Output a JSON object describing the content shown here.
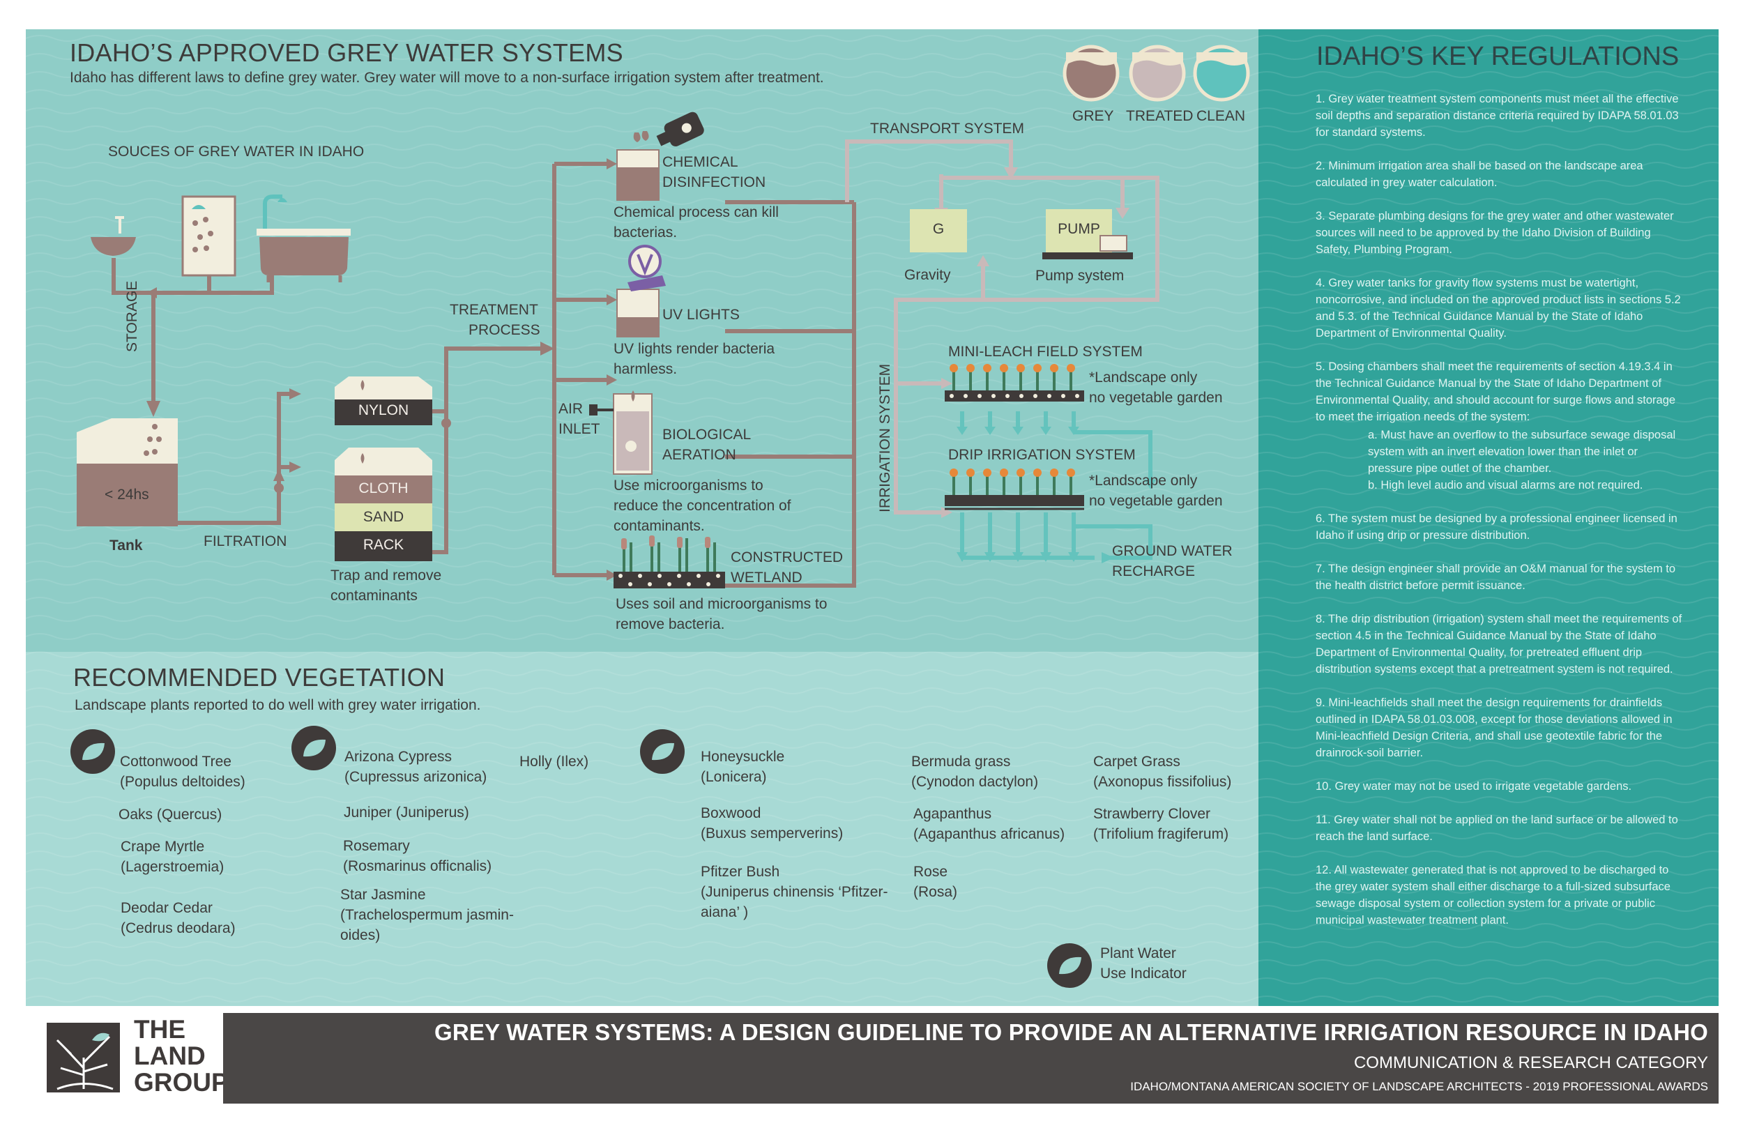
{
  "main": {
    "title": "IDAHO’S APPROVED GREY WATER SYSTEMS",
    "subtitle": "Idaho has different laws to define grey water. Grey water will move to a non-surface irrigation system after treatment.",
    "sources_heading": "SOUCES OF GREY WATER IN IDAHO",
    "storage_label": "STORAGE",
    "tank_value": "< 24hs",
    "tank_label": "Tank",
    "filtration_label": "FILTRATION",
    "treatment_label_1": "TREATMENT",
    "treatment_label_2": "PROCESS",
    "filter_nylon": "NYLON",
    "filter_cloth": "CLOTH",
    "filter_sand": "SAND",
    "filter_rack": "RACK",
    "filter_caption": "Trap and remove\ncontaminants",
    "chemical_title": "CHEMICAL\nDISINFECTION",
    "chemical_caption": "Chemical process can kill\nbacterias.",
    "uv_title": "UV LIGHTS",
    "uv_caption": "UV lights render bacteria\nharmless.",
    "air_inlet": "AIR\nINLET",
    "bio_title": "BIOLOGICAL\nAERATION",
    "bio_caption": "Use microorganisms to\nreduce the concentration of\ncontaminants.",
    "wetland_title": "CONSTRUCTED\nWETLAND",
    "wetland_caption": "Uses soil and microorganisms to\nremove bacteria.",
    "transport_label": "TRANSPORT SYSTEM",
    "gravity_box": "G",
    "gravity_label": "Gravity",
    "pump_box": "PUMP",
    "pump_label": "Pump system",
    "irrigation_label": "IRRIGATION SYSTEM",
    "minileach_title": "MINI-LEACH FIELD SYSTEM",
    "minileach_note": "*Landscape only\nno vegetable garden",
    "drip_title": "DRIP IRRIGATION SYSTEM",
    "drip_note": "*Landscape only\nno vegetable garden",
    "groundwater": "GROUND WATER\nRECHARGE"
  },
  "legend": {
    "items": [
      {
        "label": "GREY",
        "color": "#9a7c76"
      },
      {
        "label": "TREATED",
        "color": "#c9b9b9"
      },
      {
        "label": "CLEAN",
        "color": "#5fc2bd"
      }
    ]
  },
  "colors": {
    "main_bg": "#8fcdc7",
    "veg_bg": "#a8dad5",
    "reg_bg": "#31a39a",
    "grey_water": "#9a7c76",
    "dark": "#3f3a39",
    "footer": "#4a4746",
    "pipe": "#9a7c76",
    "clean_pipe": "#64c3bd"
  },
  "vegetation": {
    "title": "RECOMMENDED VEGETATION",
    "subtitle": "Landscape plants reported to do well with grey water irrigation.",
    "col1": [
      "Cottonwood Tree\n(Populus deltoides)",
      "Oaks (Quercus)",
      "Crape Myrtle\n(Lagerstroemia)",
      "Deodar Cedar\n(Cedrus deodara)"
    ],
    "col2": [
      "Arizona Cypress\n(Cupressus arizonica)",
      "Juniper (Juniperus)",
      "Rosemary\n(Rosmarinus officnalis)",
      "Star Jasmine\n(Trachelospermum jasmin-\noides)"
    ],
    "col3": [
      "Holly (Ilex)"
    ],
    "col4": [
      "Honeysuckle\n(Lonicera)",
      "Boxwood\n(Buxus semperverins)",
      "Pfitzer Bush\n(Juniperus chinensis ‘Pfitzer-\naiana’ )"
    ],
    "col5": [
      "Bermuda grass\n(Cynodon dactylon)",
      "Agapanthus\n(Agapanthus africanus)",
      "Rose\n(Rosa)"
    ],
    "col6": [
      "Carpet Grass\n(Axonopus fissifolius)",
      "Strawberry Clover\n(Trifolium fragiferum)"
    ],
    "indicator_label": "Plant Water\nUse Indicator"
  },
  "regulations": {
    "title": "IDAHO’S KEY REGULATIONS",
    "items": [
      "1. Grey water treatment system components must meet all the effective soil depths and separation distance criteria required by IDAPA 58.01.03 for standard systems.",
      "2. Minimum irrigation area shall be based on the landscape area calculated in grey water calculation.",
      "3. Separate plumbing designs for the grey water and other wastewater sources will need to be approved by the Idaho Division of Building Safety, Plumbing Program.",
      "4. Grey water tanks for gravity flow systems must be watertight, noncorrosive, and included on the approved product lists in sections 5.2 and 5.3. of the Technical Guidance Manual by the State of Idaho Department of Environmental Quality.",
      "5. Dosing chambers shall meet the requirements of section 4.19.3.4 in the Technical Guidance Manual by the State of Idaho Department of Environmental Quality, and should account for surge flows and storage to meet the irrigation needs of the system:",
      "a. Must have an overflow to the subsurface sewage disposal system with an invert elevation lower than the inlet or pressure pipe outlet of the chamber.",
      "b. High level audio and visual alarms are not required.",
      "6. The system must be designed by a professional engineer licensed in Idaho if using drip or pressure distribution.",
      "7. The design engineer shall provide an O&M manual for the system to the health district before permit issuance.",
      "8. The drip distribution (irrigation) system shall meet the requirements of section 4.5 in the Technical Guidance Manual by the State of Idaho Department of Environmental Quality, for pretreated effluent drip distribution systems except that a pretreatment system is not required.",
      "9. Mini-leachfields shall meet the design requirements for drainfields outlined in IDAPA 58.01.03.008, except for those deviations allowed in Mini-leachfield Design Criteria, and shall use geotextile fabric for the drainrock-soil barrier.",
      "10. Grey water may not be used to irrigate vegetable gardens.",
      "11. Grey water shall not be applied on the land surface or be allowed to reach the land surface.",
      "12. All wastewater generated that is not approved to be discharged to the grey water system shall either discharge to a full-sized subsurface sewage disposal system or collection system for a private or public municipal wastewater treatment plant."
    ]
  },
  "footer": {
    "logo_line1": "THE",
    "logo_line2": "LAND",
    "logo_line3": "GROUP",
    "title": "GREY WATER SYSTEMS: A DESIGN GUIDELINE TO PROVIDE AN ALTERNATIVE IRRIGATION RESOURCE IN IDAHO",
    "category": "COMMUNICATION & RESEARCH CATEGORY",
    "award": "IDAHO/MONTANA AMERICAN SOCIETY OF LANDSCAPE ARCHITECTS - 2019 PROFESSIONAL AWARDS"
  }
}
